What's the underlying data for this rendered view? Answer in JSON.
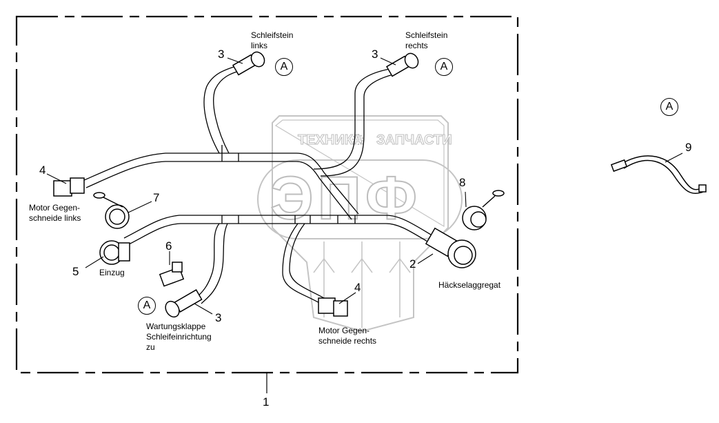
{
  "diagram": {
    "assembly_callout": "1",
    "watermark": {
      "left_word": "ТЕХНИКА",
      "right_word": "ЗАПЧАСТИ",
      "logo_text": "ЭПФ",
      "gear_icon": "gear-icon"
    },
    "detail_marker": "A",
    "callouts": [
      {
        "id": "3-left",
        "number": "3",
        "label_lines": [
          "Schleifstein",
          "links"
        ],
        "detail": "A"
      },
      {
        "id": "3-right",
        "number": "3",
        "label_lines": [
          "Schleifstein",
          "rechts"
        ],
        "detail": "A"
      },
      {
        "id": "4-left",
        "number": "4",
        "label_lines": [
          "Motor Gegen-",
          "schneide links"
        ]
      },
      {
        "id": "7",
        "number": "7",
        "label_lines": []
      },
      {
        "id": "5",
        "number": "5",
        "label_lines": [
          "Einzug"
        ]
      },
      {
        "id": "6",
        "number": "6",
        "label_lines": []
      },
      {
        "id": "3-bottom",
        "number": "3",
        "label_lines": [
          "Wartungsklappe",
          "Schleifeinrichtung",
          "zu"
        ],
        "detail": "A"
      },
      {
        "id": "4-right",
        "number": "4",
        "label_lines": [
          "Motor Gegen-",
          "schneide rechts"
        ]
      },
      {
        "id": "8",
        "number": "8",
        "label_lines": []
      },
      {
        "id": "2",
        "number": "2",
        "label_lines": [
          "Häckselaggregat"
        ]
      },
      {
        "id": "9",
        "number": "9",
        "label_lines": [],
        "detail": "A"
      }
    ]
  }
}
